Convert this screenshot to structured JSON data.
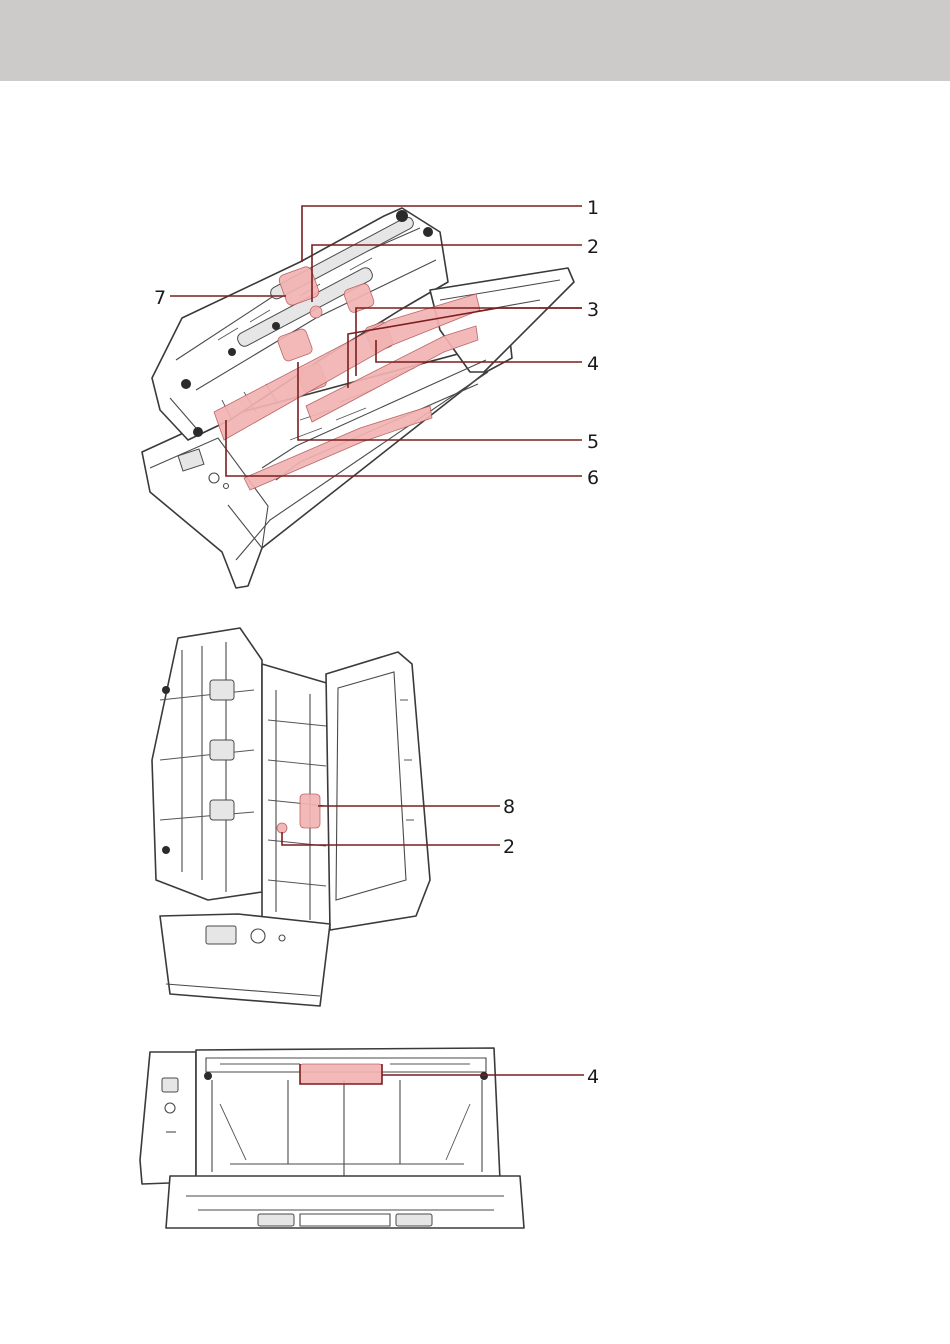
{
  "colors": {
    "header": "#cccbca",
    "highlight": "#f2b3b3",
    "leader": "#7a1e1e"
  },
  "figure_top": {
    "callouts": [
      "1",
      "2",
      "3",
      "4",
      "5",
      "6",
      "7"
    ]
  },
  "figure_middle": {
    "callouts": [
      "8",
      "2"
    ]
  },
  "figure_bottom": {
    "callouts": [
      "4"
    ]
  }
}
